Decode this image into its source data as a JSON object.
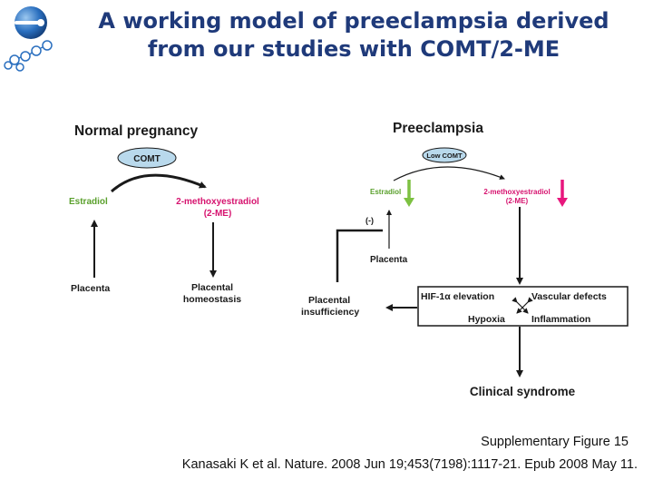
{
  "slide": {
    "title_line1": "A working model of preeclampsia derived",
    "title_line2": "from our studies with COMT/2-ME",
    "caption_line1": "Supplementary Figure 15",
    "caption_line2": "Kanasaki K et al. Nature. 2008 Jun 19;453(7198):1117-21. Epub 2008 May 11."
  },
  "logo": {
    "icon": "blue-sphere-molecule-logo",
    "color": "#1f5fa8"
  },
  "normal": {
    "heading": "Normal pregnancy",
    "enzyme": "COMT",
    "estradiol": "Estradiol",
    "product_line1": "2-methoxyestradiol",
    "product_line2": "(2-ME)",
    "placenta": "Placenta",
    "outcome_line1": "Placental",
    "outcome_line2": "homeostasis"
  },
  "preeclampsia": {
    "heading": "Preeclampsia",
    "enzyme": "Low COMT",
    "estradiol": "Estradiol",
    "product_line1": "2-methoxyestradiol",
    "product_line2": "(2-ME)",
    "inhibition": "(-)",
    "placenta": "Placenta",
    "hif": "HIF-1α elevation",
    "vascular": "Vascular defects",
    "hypoxia": "Hypoxia",
    "inflammation": "Inflammation",
    "insufficiency_line1": "Placental",
    "insufficiency_line2": "insufficiency",
    "clinical": "Clinical syndrome"
  },
  "colors": {
    "title": "#1f3a7a",
    "estradiol_label": "#5aa02c",
    "estradiol_arrow": "#7dc142",
    "product_label": "#d6136f",
    "product_arrow": "#e8177d",
    "enzyme_fill": "#b9d9ec"
  }
}
